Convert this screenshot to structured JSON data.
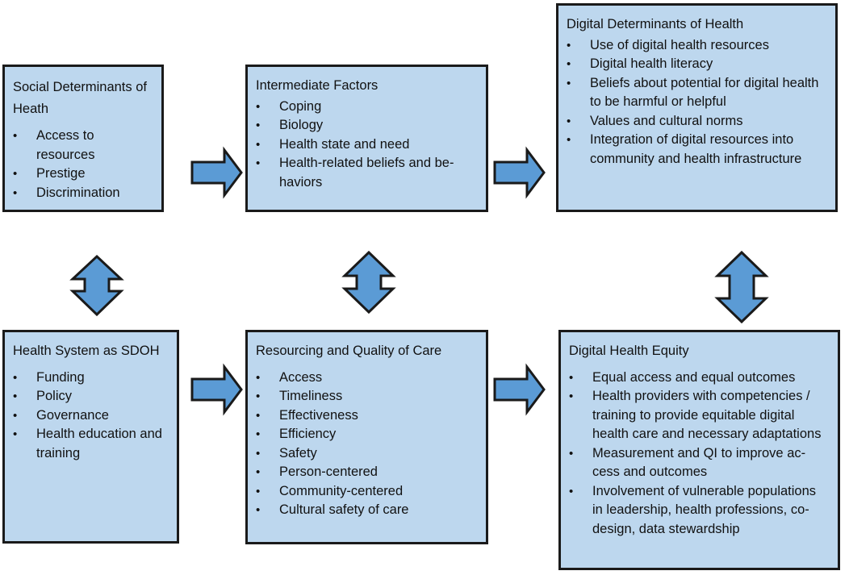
{
  "boxes": {
    "sdoh": {
      "title": "Social Determinants of Heath",
      "items": [
        "Access to resources",
        "Prestige",
        "Discrimination"
      ]
    },
    "intermediate": {
      "title": "Intermediate Factors",
      "items": [
        "Coping",
        "Biology",
        "Health state and need",
        "Health-related beliefs and be-haviors"
      ]
    },
    "ddoh": {
      "title": "Digital Determinants of Health",
      "items": [
        "Use of digital health resources",
        "Digital health literacy",
        "Beliefs about potential for digital health to be harmful or helpful",
        "Values and cultural norms",
        "Integration of digital resources into community and health infrastructure"
      ]
    },
    "health_system": {
      "title": "Health System as SDOH",
      "items": [
        "Funding",
        "Policy",
        "Governance",
        "Health education and training"
      ]
    },
    "resourcing": {
      "title": "Resourcing and Quality of Care",
      "items": [
        "Access",
        "Timeliness",
        "Effectiveness",
        "Efficiency",
        "Safety",
        "Person-centered",
        "Community-centered",
        "Cultural safety of care"
      ]
    },
    "dhe": {
      "title": "Digital Health Equity",
      "items": [
        "Equal access and equal outcomes",
        "Health providers with competencies / training to provide equitable digital health care and necessary adaptations",
        "Measurement and QI to improve ac-cess and outcomes",
        "Involvement of vulnerable populations in leadership, health professions, co-design, data stewardship"
      ]
    }
  },
  "colors": {
    "box_fill": "#bdd7ee",
    "arrow_fill": "#5b9bd5",
    "outline": "#1a1a1a"
  }
}
